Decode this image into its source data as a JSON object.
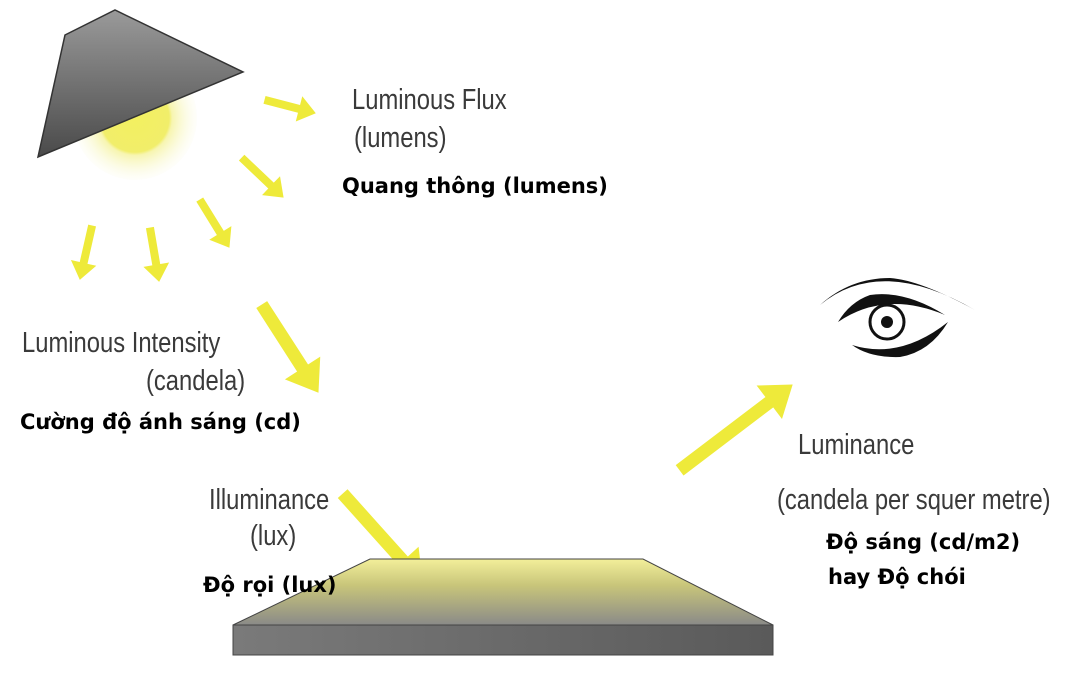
{
  "colors": {
    "light": "#eeea3a",
    "shade": "#5a5a5a",
    "text": "#3a3a3a"
  },
  "flux": {
    "title": "Luminous Flux",
    "unit": "(lumens)",
    "vi": "Quang thông (lumens)"
  },
  "intensity": {
    "title": "Luminous Intensity",
    "unit": "(candela)",
    "vi": "Cường độ ánh sáng (cd)"
  },
  "illuminance": {
    "title": "Illuminance",
    "unit": "(lux)",
    "vi": "Độ rọi (lux)"
  },
  "luminance": {
    "title": "Luminance",
    "unit": "(candela per squer metre)",
    "vi_line1": "Độ sáng (cd/m2)",
    "vi_line2": "hay Độ chói"
  }
}
